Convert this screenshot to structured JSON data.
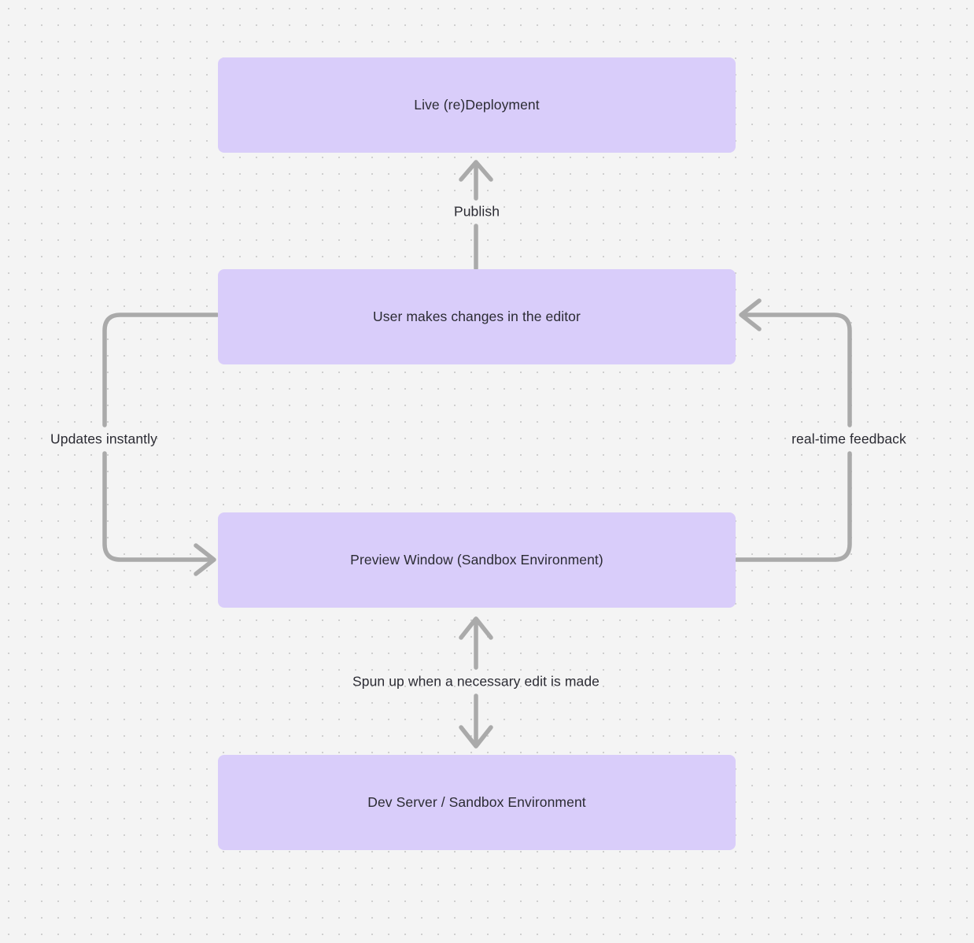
{
  "diagram": {
    "type": "flowchart",
    "background_color": "#f4f4f4",
    "node_fill_color": "#d9cdfa",
    "edge_color": "#aaaaaa",
    "text_color": "#2b2b33",
    "nodes": [
      {
        "id": "live",
        "label": "Live (re)Deployment"
      },
      {
        "id": "editor",
        "label": "User makes changes in the editor"
      },
      {
        "id": "preview",
        "label": "Preview Window (Sandbox Environment)"
      },
      {
        "id": "devserver",
        "label": "Dev Server / Sandbox Environment"
      }
    ],
    "edges": [
      {
        "id": "publish",
        "from": "editor",
        "to": "live",
        "label": "Publish",
        "direction": "up"
      },
      {
        "id": "updates",
        "from": "editor",
        "to": "preview",
        "label": "Updates instantly",
        "direction": "left-loop-down"
      },
      {
        "id": "realtime",
        "from": "preview",
        "to": "editor",
        "label": "real-time feedback",
        "direction": "right-loop-up"
      },
      {
        "id": "spunup",
        "from": "preview",
        "to": "devserver",
        "label": "Spun up when a necessary edit is made",
        "direction": "bidirectional"
      }
    ]
  }
}
